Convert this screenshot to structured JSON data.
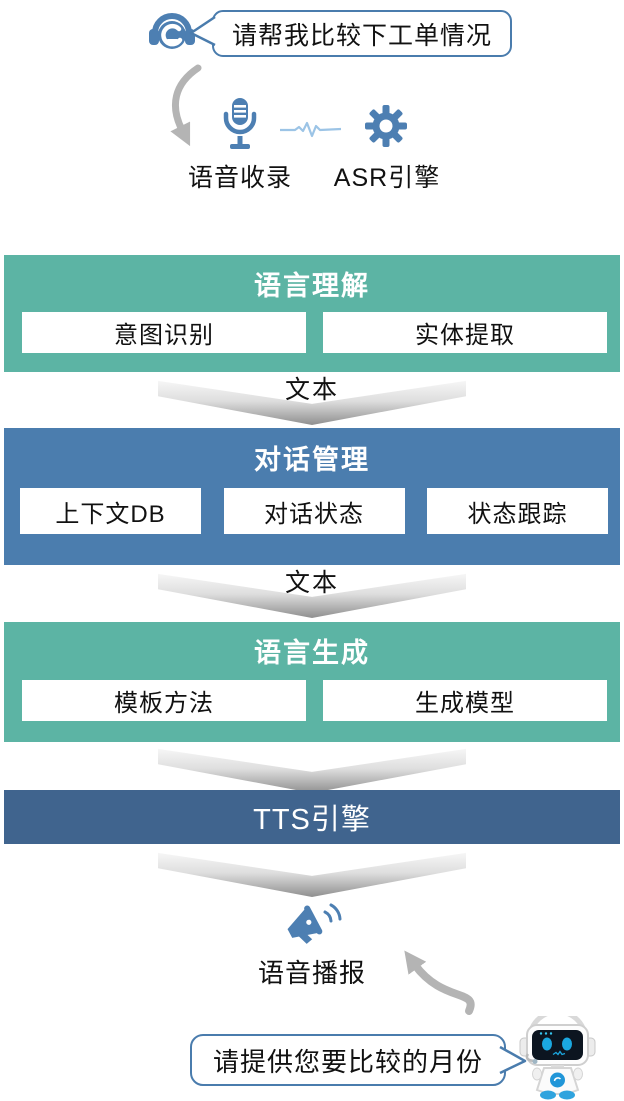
{
  "palette": {
    "stage_green": "#5cb4a4",
    "stage_blue": "#4b7dae",
    "stage_dark_blue": "#40648e",
    "icon_blue": "#4d7fb2",
    "bubble_border_blue": "#4a7cad",
    "waveform_blue": "#9cc4e6",
    "arrow_gray": "#b4b4b4",
    "robot_accent_blue": "#1ba8e0"
  },
  "icons": {
    "user": "headset-icon",
    "capture": "microphone-icon",
    "signal": "waveform-icon",
    "asr": "gear-icon",
    "broadcast": "megaphone-icon",
    "bot": "robot-icon",
    "flow": "curved-arrow-icon",
    "connector": "chevron-down-arrow"
  },
  "user_query": {
    "bubble_text": "请帮我比较下工单情况"
  },
  "capture_row": {
    "voice_capture_label": "语音收录",
    "asr_engine_label": "ASR引擎"
  },
  "pipeline": {
    "nlu": {
      "title": "语言理解",
      "items": [
        "意图识别",
        "实体提取"
      ]
    },
    "connector1": {
      "label": "文本"
    },
    "dm": {
      "title": "对话管理",
      "items": [
        "上下文DB",
        "对话状态",
        "状态跟踪"
      ]
    },
    "connector2": {
      "label": "文本"
    },
    "nlg": {
      "title": "语言生成",
      "items": [
        "模板方法",
        "生成模型"
      ]
    },
    "tts": {
      "title": "TTS引擎"
    }
  },
  "output": {
    "broadcast_label": "语音播报",
    "bot_bubble_text": "请提供您要比较的月份"
  }
}
